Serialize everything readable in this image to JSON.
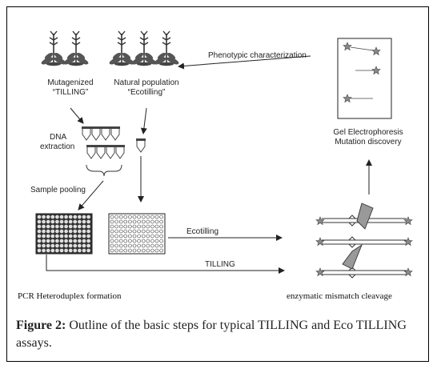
{
  "labels": {
    "mutagenized": "Mutagenized",
    "tilling_quoted": "“TILLING”",
    "natural_population": "Natural population",
    "ecotilling_quoted": "“Ecotilling”",
    "phenotypic": "Phenotypic characterization",
    "dna": "DNA",
    "extraction": "extraction",
    "sample_pooling": "Sample pooling",
    "gel_electrophoresis": "Gel Electrophoresis",
    "mutation_discovery": "Mutation discovery",
    "ecotilling": "Ecotilling",
    "tilling": "TILLING",
    "pcr": "PCR Heteroduplex formation",
    "enzymatic": "enzymatic mismatch  cleavage"
  },
  "caption": {
    "prefix": "Figure 2:",
    "text": " Outline of the basic steps for typical TILLING and Eco TILLING assays."
  }
}
